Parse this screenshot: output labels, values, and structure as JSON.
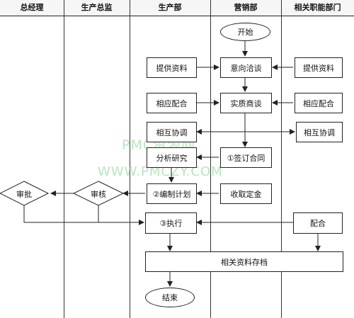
{
  "lanes": [
    "总经理",
    "生产总监",
    "生产部",
    "营销部",
    "相关职能部门"
  ],
  "nodes": {
    "start": "开始",
    "prod_provide": "提供资料",
    "sales_intent": "意向洽谈",
    "func_provide": "提供资料",
    "prod_cooperate": "相应配合",
    "sales_substantive": "实质商谈",
    "func_cooperate": "相应配合",
    "prod_coordinate": "相互协调",
    "func_coordinate": "相互协调",
    "prod_analysis": "分析研究",
    "sales_sign": "①签订合同",
    "prod_plan": "②编制计划",
    "sales_deposit": "收取定金",
    "gm_approve": "审批",
    "dir_review": "审核",
    "prod_execute": "③执行",
    "func_assist": "配合",
    "archive": "相关资料存档",
    "end": "结束"
  },
  "watermark": {
    "line1": "PMC资源网",
    "line2": "WWW.PMCZY.COM"
  },
  "colors": {
    "line": "#222222",
    "watermark": "#7fcf8a"
  }
}
